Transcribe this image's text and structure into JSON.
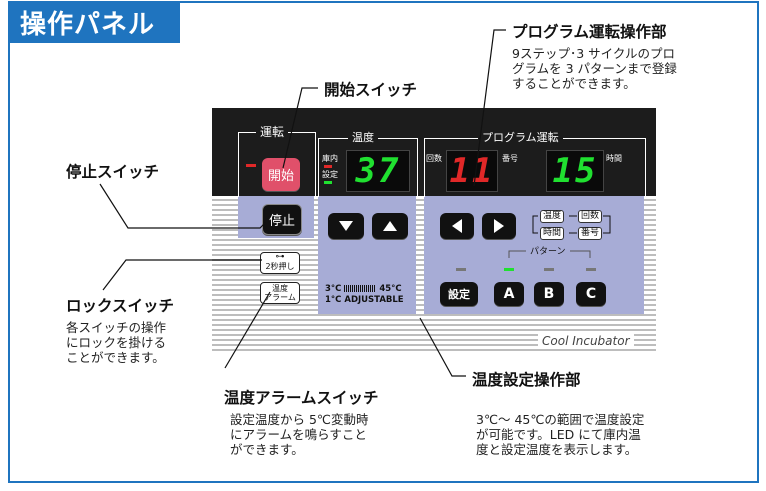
{
  "title": "操作パネル",
  "callouts": {
    "program": {
      "label": "プログラム運転操作部",
      "desc": [
        "9ステップ･3 サイクルのプロ",
        "グラムを 3 パターンまで登録",
        "することができます。"
      ]
    },
    "start": {
      "label": "開始スイッチ"
    },
    "stop": {
      "label": "停止スイッチ"
    },
    "lock": {
      "label": "ロックスイッチ",
      "desc": [
        "各スイッチの操作",
        "にロックを掛ける",
        "ことができます。"
      ]
    },
    "alarm": {
      "label": "温度アラームスイッチ",
      "desc": [
        "設定温度から 5℃変動時",
        "にアラームを鳴らすこと",
        "ができます。"
      ]
    },
    "temp": {
      "label": "温度設定操作部",
      "desc": [
        "3℃～ 45℃の範囲で温度設定",
        "が可能です。LED にて庫内温",
        "度と設定温度を表示します。"
      ]
    }
  },
  "panel": {
    "sections": {
      "run": "運転",
      "temp": "温度",
      "program": "プログラム運転"
    },
    "buttons": {
      "start": "開始",
      "stop": "停止",
      "setting": "設定",
      "a": "A",
      "b": "B",
      "c": "C"
    },
    "temp_labels": {
      "inside": "庫内",
      "setting": "設定"
    },
    "temp_display": "37",
    "program_labels": {
      "cycles": "回数",
      "number": "番号",
      "time": "時間"
    },
    "program_display_left": "11",
    "program_display_right": "15",
    "lock_button": "2秒押し",
    "alarm_button": [
      "温度",
      "アラーム"
    ],
    "tags": [
      "温度",
      "回数",
      "時間",
      "番号"
    ],
    "pattern_label": "パターン",
    "temp_range_line1_left": "3°C",
    "temp_range_line1_right": "45°C",
    "temp_range_line2": "1°C ADJUSTABLE",
    "brand": "Cool Incubator"
  },
  "colors": {
    "accent": "#1f74bf",
    "panel_dark": "#1c1c1c",
    "panel_lavender": "#a7acd6",
    "led_green": "#20e030",
    "led_red": "#e02828",
    "start_button": "#e0506a"
  },
  "icons": [
    "arrow-down-icon",
    "arrow-up-icon",
    "arrow-left-icon",
    "arrow-right-icon",
    "key-icon"
  ]
}
